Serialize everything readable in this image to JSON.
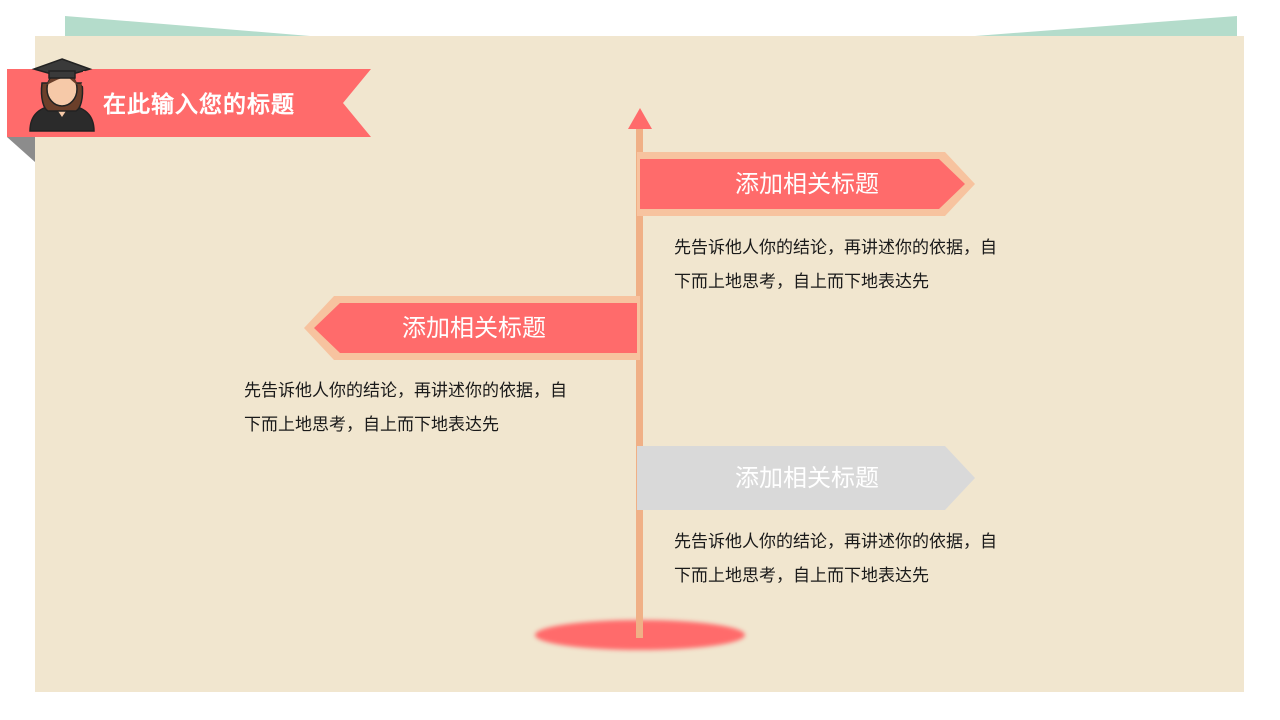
{
  "title": "在此输入您的标题",
  "colors": {
    "panel": "#f1e6cf",
    "teal": "#b4dccb",
    "accent": "#ff6b6b",
    "accent_border": "#f7c39f",
    "post": "#f0b086",
    "inactive": "#d9d9d9"
  },
  "signs": [
    {
      "label": "添加相关标题",
      "state": "active",
      "direction": "right",
      "desc_line1": "先告诉他人你的结论，再讲述你的依据，自",
      "desc_line2": "下而上地思考，自上而下地表达先"
    },
    {
      "label": "添加相关标题",
      "state": "active",
      "direction": "left",
      "desc_line1": "先告诉他人你的结论，再讲述你的依据，自",
      "desc_line2": "下而上地思考，自上而下地表达先"
    },
    {
      "label": "添加相关标题",
      "state": "inactive",
      "direction": "right",
      "desc_line1": "先告诉他人你的结论，再讲述你的依据，自",
      "desc_line2": "下而上地思考，自上而下地表达先"
    }
  ],
  "icons": {
    "avatar": "graduate-avatar-icon",
    "post_arrow": "arrow-up-icon"
  }
}
